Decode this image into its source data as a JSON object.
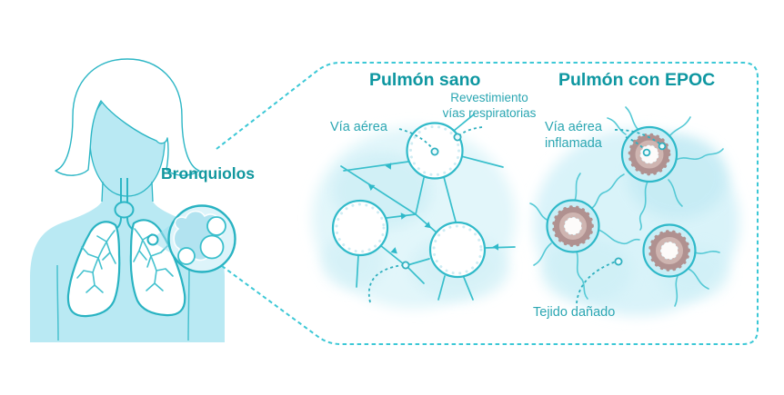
{
  "diagram": {
    "person": {
      "label": "Bronquiolos"
    },
    "panel": {
      "healthy": {
        "title": "Pulmón sano",
        "airway_label": "Vía aérea",
        "lining_label_line1": "Revestimiento",
        "lining_label_line2": "vías respiratorias"
      },
      "copd": {
        "title": "Pulmón con EPOC",
        "inflamed_label_line1": "Vía aérea",
        "inflamed_label_line2": "inflamada",
        "damaged_label": "Tejido dañado"
      }
    },
    "colors": {
      "outline_teal": "#2cb6c5",
      "line_teal": "#49c4d0",
      "title_text": "#0e97a1",
      "label_text": "#2aa6b2",
      "body_fill": "#b9e9f3",
      "blob_light": "#dff5fa",
      "blob_deep": "#c8edf5",
      "copd_circle_fill": "#c9eef6",
      "inflamed_ring_dark": "#b09190",
      "inflamed_ring_light": "#cfb5b1",
      "dashed_border": "#3cc8d6",
      "pointer_dash": "#2fb0bf"
    }
  }
}
